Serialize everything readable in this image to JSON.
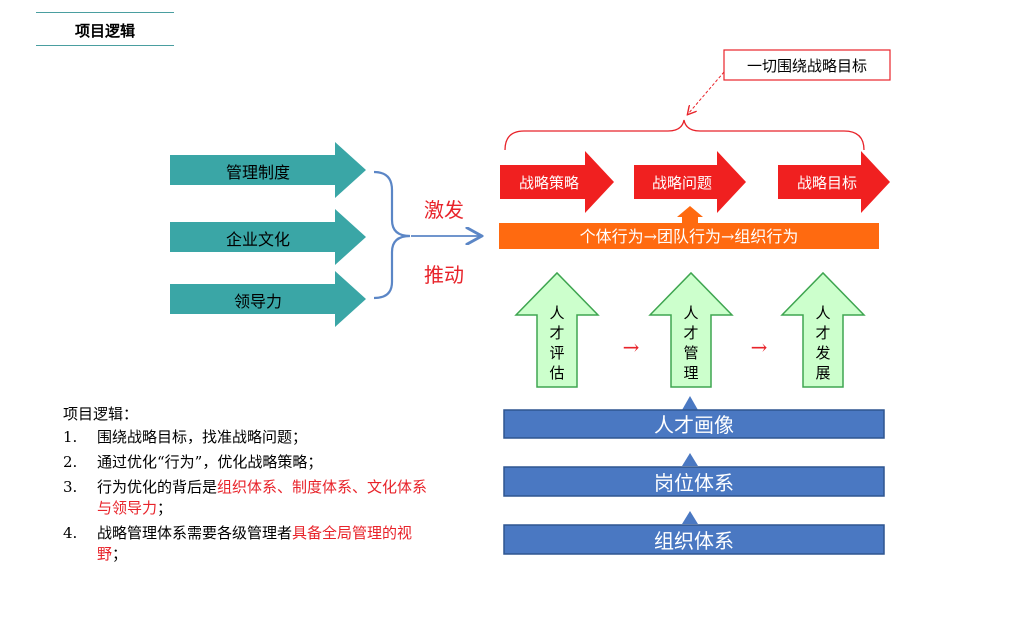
{
  "page": {
    "title": "项目逻辑"
  },
  "callout": {
    "text": "一切围绕战略目标"
  },
  "drivers": {
    "items": [
      "管理制度",
      "企业文化",
      "领导力"
    ],
    "word_top": "激发",
    "word_bottom": "推动"
  },
  "strategy": {
    "arrows": [
      "战略策略",
      "战略问题",
      "战略目标"
    ]
  },
  "behavior": {
    "bar": "个体行为→团队行为→组织行为"
  },
  "talent": {
    "arrows": [
      "人才评估",
      "人才管理",
      "人才发展"
    ],
    "connector": "→"
  },
  "foundation": {
    "bars": [
      "人才画像",
      "岗位体系",
      "组织体系"
    ]
  },
  "notes": {
    "heading": "项目逻辑：",
    "items": [
      {
        "num": "1.",
        "text": "围绕战略目标，找准战略问题；",
        "red": "",
        "tail": ""
      },
      {
        "num": "2.",
        "text": "通过优化“行为”，优化战略策略；",
        "red": "",
        "tail": ""
      },
      {
        "num": "3.",
        "text": "行为优化的背后是",
        "red": "组织体系、制度体系、文化体系与领导力",
        "tail": "；"
      },
      {
        "num": "4.",
        "text": "战略管理体系需要各级管理者",
        "red": "具备全局管理的视野",
        "tail": "；"
      }
    ]
  },
  "colors": {
    "teal": "#3aa6a6",
    "red": "#f02020",
    "orange": "#ff6a10",
    "light_green": "#ccffcc",
    "green_border": "#3ea550",
    "blue": "#4a78c2",
    "blue_border": "#2e5590",
    "text_red": "#e8232a"
  }
}
